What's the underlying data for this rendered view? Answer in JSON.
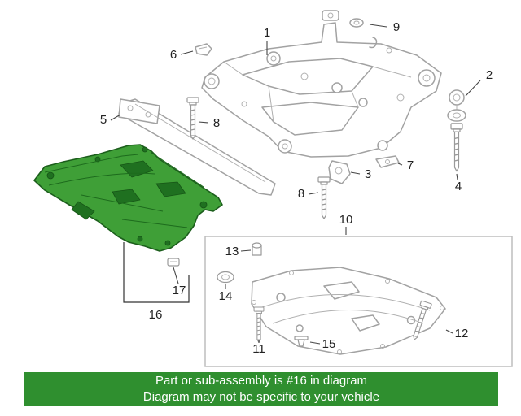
{
  "banner": {
    "line1": "Part or sub-assembly is #16 in diagram",
    "line2": "Diagram may not be specific to your vehicle",
    "background": "#2f8f2f",
    "text_color": "#ffffff"
  },
  "diagram": {
    "highlighted_part_number": "16",
    "highlight_fill": "#3f9f37",
    "highlight_outline": "#1c5e1c",
    "line_color": "#a2a2a2",
    "callout_color": "#222222",
    "callouts": [
      {
        "id": "1",
        "label": "1"
      },
      {
        "id": "2",
        "label": "2"
      },
      {
        "id": "3",
        "label": "3"
      },
      {
        "id": "4",
        "label": "4"
      },
      {
        "id": "5",
        "label": "5"
      },
      {
        "id": "6",
        "label": "6"
      },
      {
        "id": "7",
        "label": "7"
      },
      {
        "id": "8a",
        "label": "8"
      },
      {
        "id": "8b",
        "label": "8"
      },
      {
        "id": "9",
        "label": "9"
      },
      {
        "id": "10",
        "label": "10"
      },
      {
        "id": "11",
        "label": "11"
      },
      {
        "id": "12",
        "label": "12"
      },
      {
        "id": "13",
        "label": "13"
      },
      {
        "id": "14",
        "label": "14"
      },
      {
        "id": "15",
        "label": "15"
      },
      {
        "id": "16",
        "label": "16"
      },
      {
        "id": "17",
        "label": "17"
      }
    ]
  }
}
